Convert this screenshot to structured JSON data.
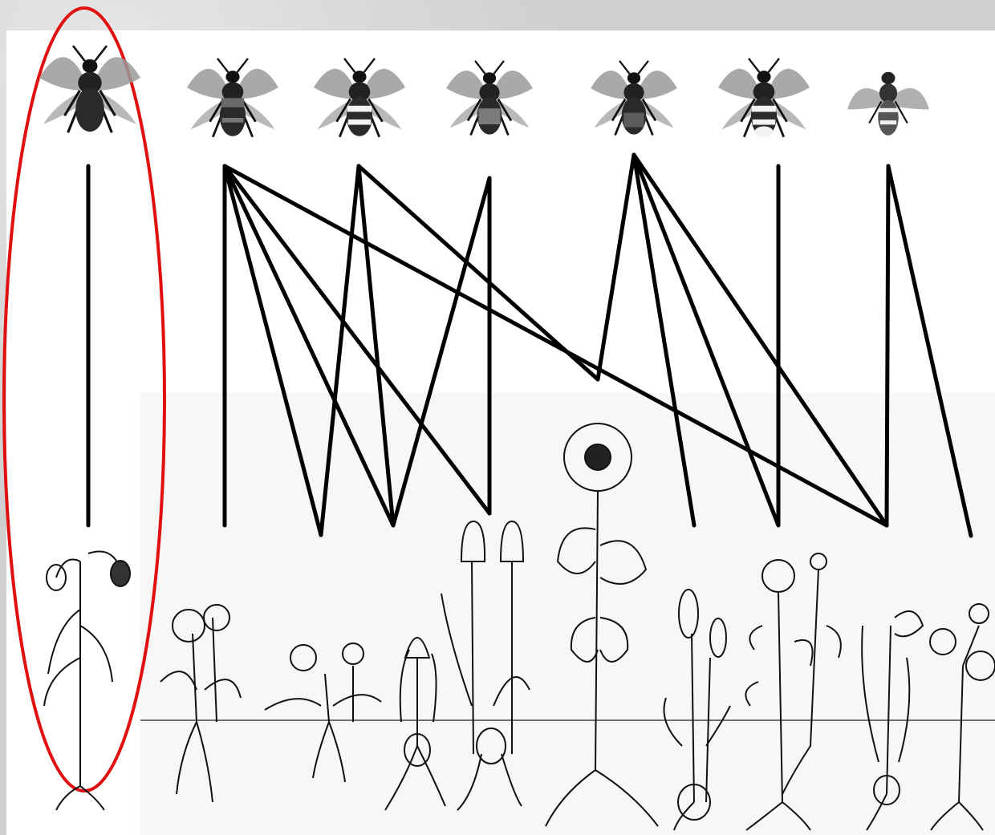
{
  "diagram": {
    "kind": "plant-pollinator network",
    "pollinators": [
      {
        "id": "p1",
        "name": "dark-bee-icon",
        "highlighted": true
      },
      {
        "id": "p2",
        "name": "banded-bee-icon"
      },
      {
        "id": "p3",
        "name": "striped-bumblebee-icon"
      },
      {
        "id": "p4",
        "name": "small-bee-icon"
      },
      {
        "id": "p5",
        "name": "slender-bee-icon"
      },
      {
        "id": "p6",
        "name": "white-tail-bumblebee-icon"
      },
      {
        "id": "p7",
        "name": "hoverfly-icon"
      }
    ],
    "plants": [
      {
        "id": "f1",
        "name": "orchid-icon",
        "highlighted": true
      },
      {
        "id": "f2",
        "name": "violet-icon"
      },
      {
        "id": "f3",
        "name": "daisy-icon"
      },
      {
        "id": "f4",
        "name": "crocus-icon"
      },
      {
        "id": "f5",
        "name": "tulip-icon"
      },
      {
        "id": "f6",
        "name": "sunflower-icon"
      },
      {
        "id": "f7",
        "name": "grape-hyacinth-icon"
      },
      {
        "id": "f8",
        "name": "rose-icon"
      },
      {
        "id": "f9",
        "name": "daffodil-icon"
      },
      {
        "id": "f10",
        "name": "carnation-icon"
      }
    ],
    "links": [
      [
        "p1",
        "f1"
      ],
      [
        "p2",
        "f2"
      ],
      [
        "p2",
        "f3"
      ],
      [
        "p2",
        "f4"
      ],
      [
        "p2",
        "f5"
      ],
      [
        "p2",
        "f8"
      ],
      [
        "p3",
        "f3"
      ],
      [
        "p3",
        "f4"
      ],
      [
        "p3",
        "f6"
      ],
      [
        "p4",
        "f4"
      ],
      [
        "p4",
        "f5"
      ],
      [
        "p5",
        "f6"
      ],
      [
        "p5",
        "f7"
      ],
      [
        "p5",
        "f8"
      ],
      [
        "p5",
        "f9"
      ],
      [
        "p6",
        "f9"
      ],
      [
        "p7",
        "f8"
      ],
      [
        "p7",
        "f10"
      ]
    ],
    "highlight_color": "#e01010",
    "link_color": "#000000"
  }
}
